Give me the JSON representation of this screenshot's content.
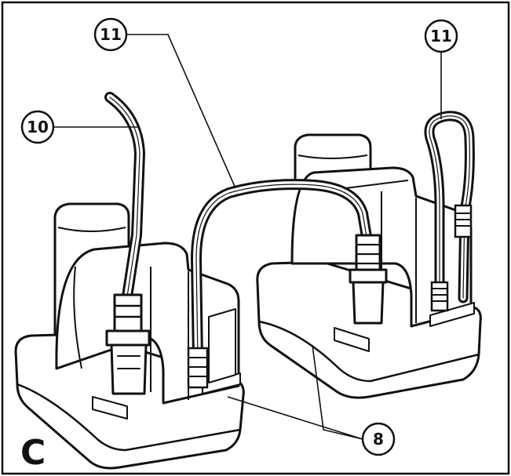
{
  "panel": {
    "letter": "C"
  },
  "callouts": {
    "power_cord": "10",
    "link_cable_middle": "11",
    "link_cable_right": "11",
    "chargers": "8"
  },
  "colors": {
    "line": "#111111",
    "fill": "#ffffff",
    "shade": "#d9d9d9",
    "background": "#ffffff"
  }
}
